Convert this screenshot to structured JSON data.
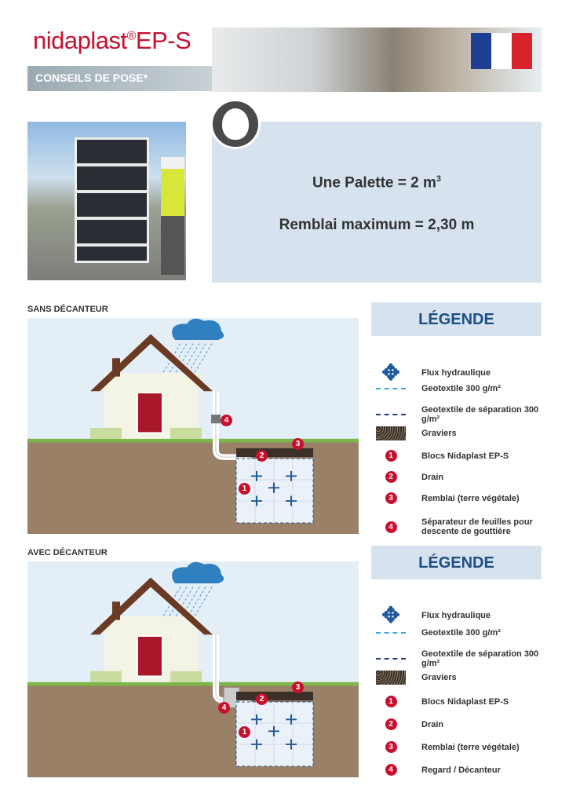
{
  "header": {
    "brand": "nidaplast",
    "reg": "®",
    "product": "EP-S",
    "subtitle": "CONSEILS DE POSE*"
  },
  "flag_colors": [
    "#1f3f95",
    "#ffffff",
    "#d8232a"
  ],
  "info": {
    "line1": "Une Palette = 2 m",
    "line1_sup": "3",
    "line2": "Remblai maximum = 2,30 m"
  },
  "sections": [
    {
      "title": "SANS DÉCANTEUR",
      "legend_title": "LÉGENDE",
      "items": [
        {
          "icon": "flow-arrows-icon",
          "label": "Flux hydraulique"
        },
        {
          "icon": "light-dash-icon",
          "label": "Geotextile 300 g/m²"
        },
        {
          "icon": "dark-dash-icon",
          "label": "Geotextile de séparation 300 g/m²"
        },
        {
          "icon": "gravel-icon",
          "label": "Graviers"
        },
        {
          "icon": "number-1",
          "num": "1",
          "label": "Blocs Nidaplast EP-S"
        },
        {
          "icon": "number-2",
          "num": "2",
          "label": "Drain"
        },
        {
          "icon": "number-3",
          "num": "3",
          "label": "Remblai (terre végétale)"
        },
        {
          "icon": "number-4",
          "num": "4",
          "label": "Séparateur de feuilles pour descente de gouttière"
        }
      ]
    },
    {
      "title": "AVEC DÉCANTEUR",
      "legend_title": "LÉGENDE",
      "items": [
        {
          "icon": "flow-arrows-icon",
          "label": "Flux hydraulique"
        },
        {
          "icon": "light-dash-icon",
          "label": "Geotextile 300 g/m²"
        },
        {
          "icon": "dark-dash-icon",
          "label": "Geotextile de séparation 300 g/m²"
        },
        {
          "icon": "gravel-icon",
          "label": "Graviers"
        },
        {
          "icon": "number-1",
          "num": "1",
          "label": "Blocs Nidaplast EP-S"
        },
        {
          "icon": "number-2",
          "num": "2",
          "label": "Drain"
        },
        {
          "icon": "number-3",
          "num": "3",
          "label": "Remblai (terre végétale)"
        },
        {
          "icon": "number-4",
          "num": "4",
          "label": "Regard / Décanteur"
        }
      ]
    }
  ]
}
